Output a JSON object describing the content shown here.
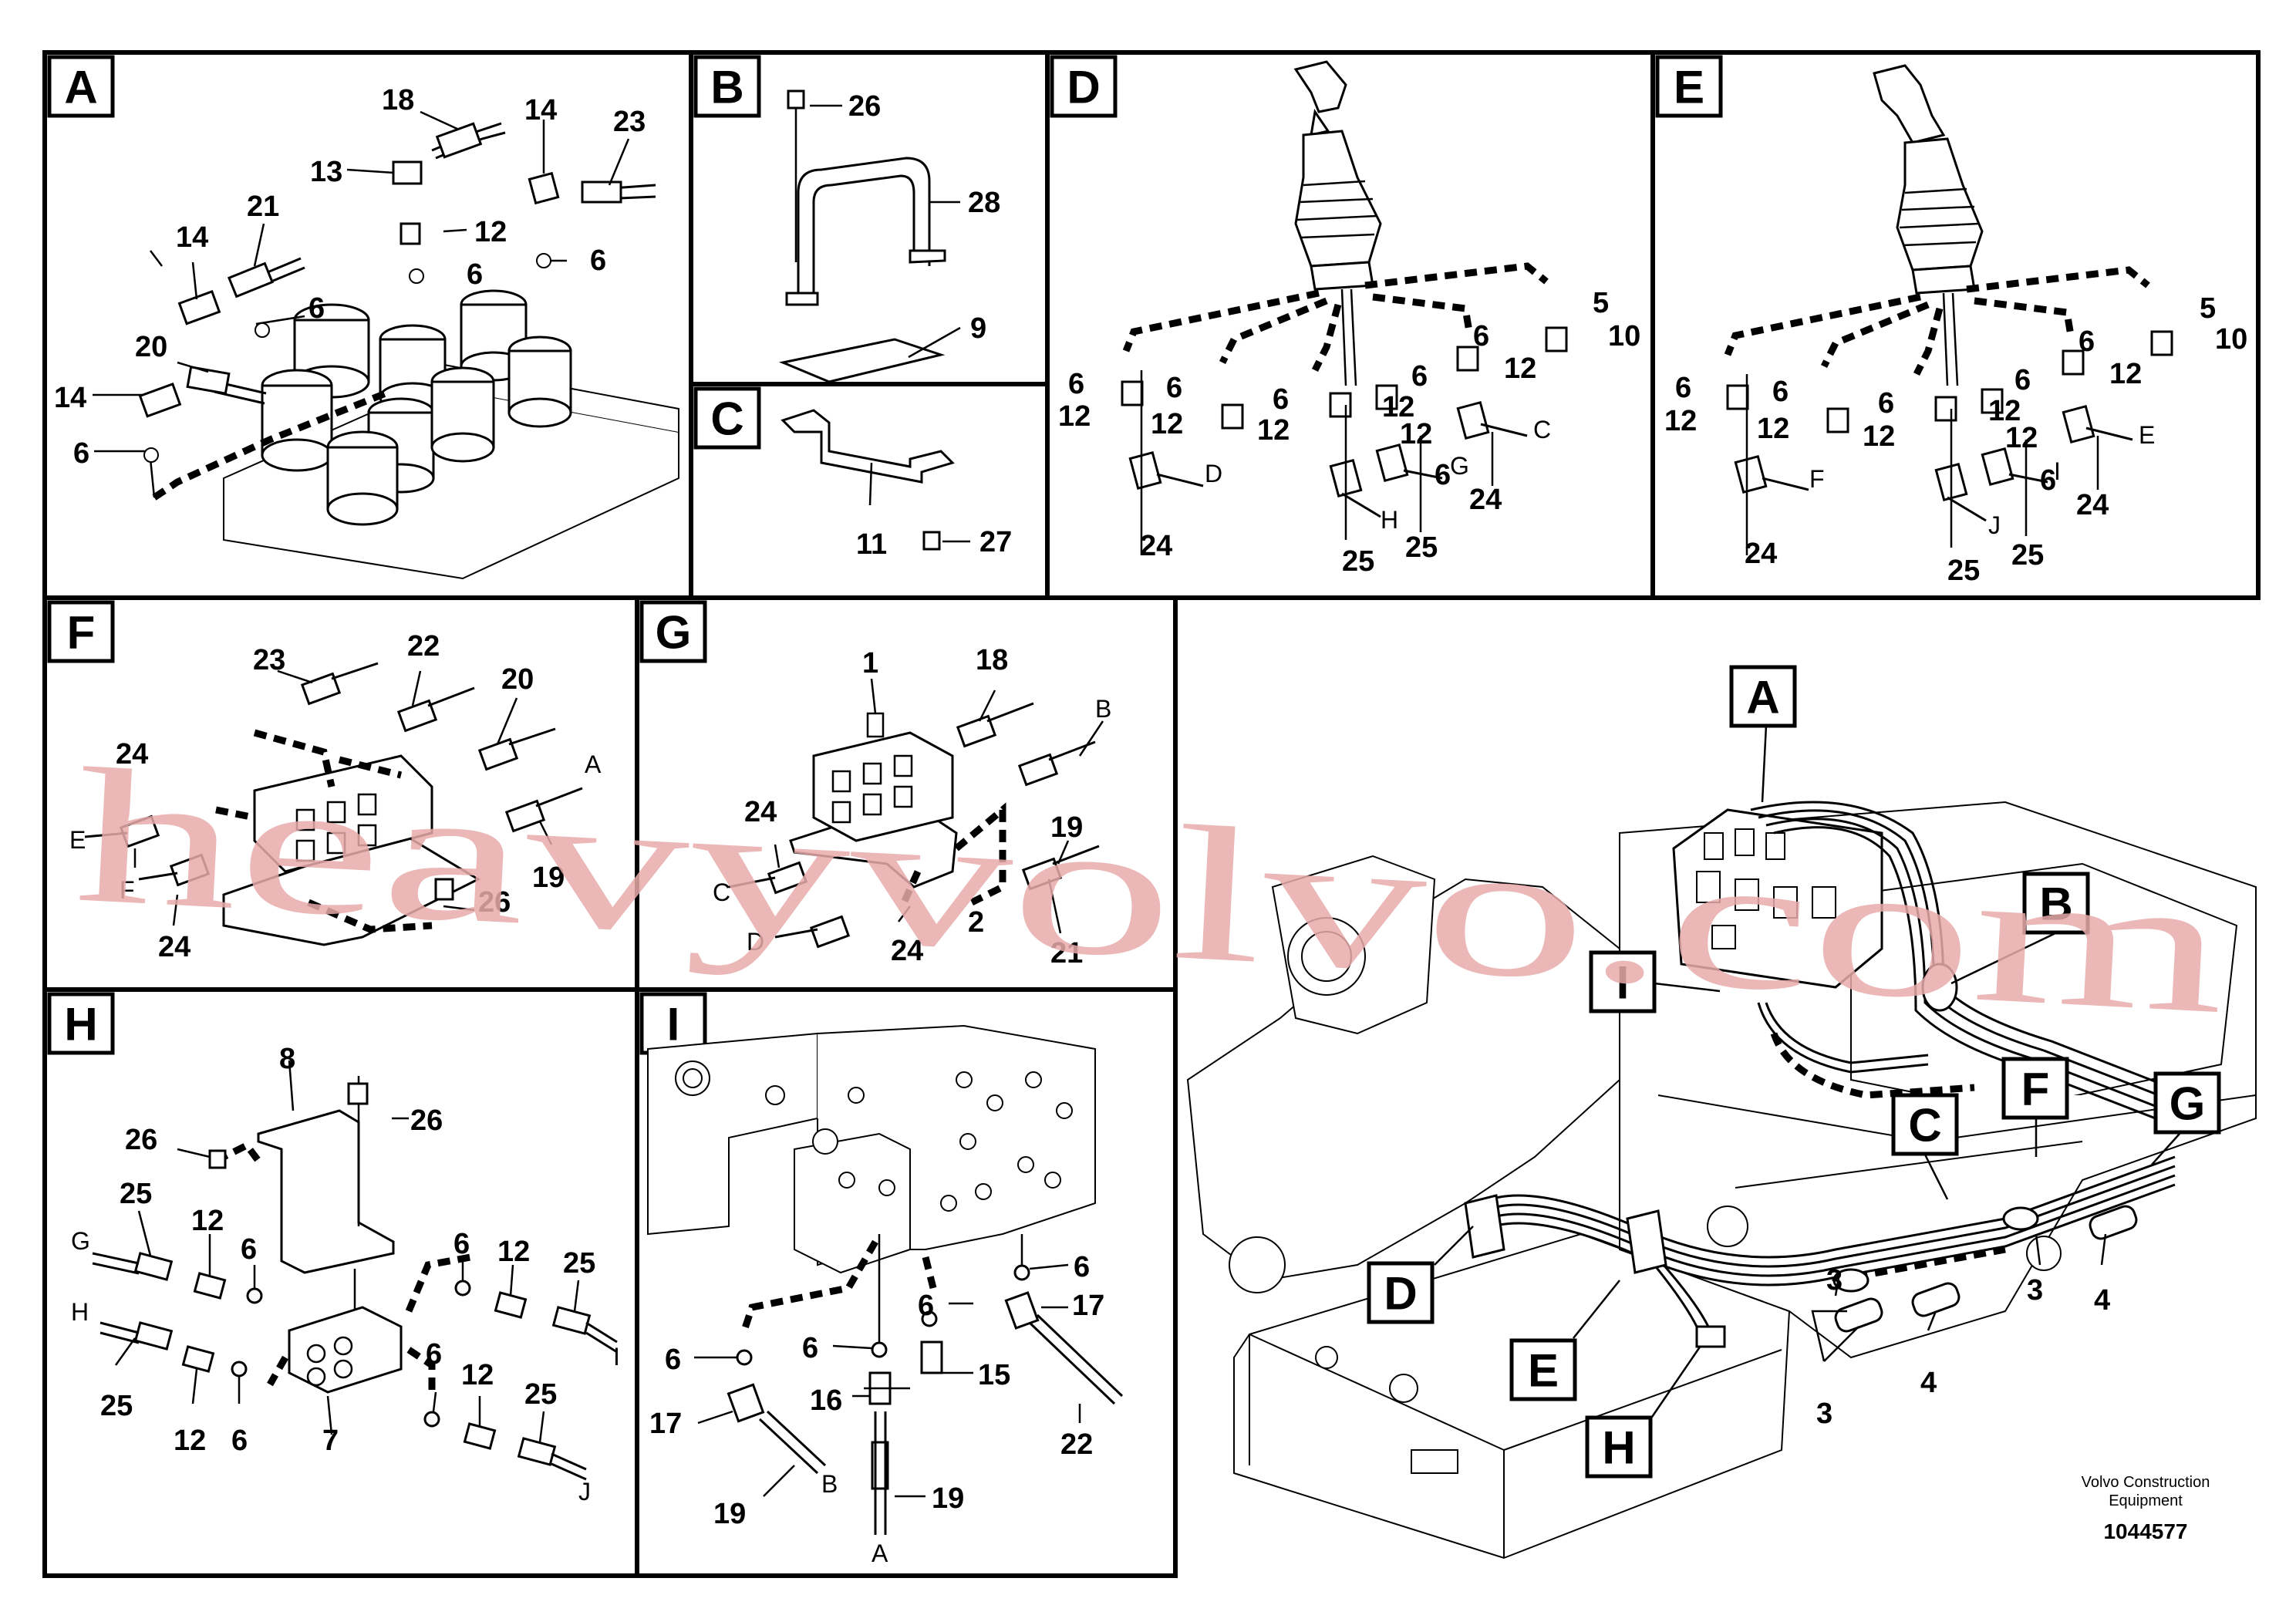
{
  "panels": {
    "A": {
      "badge": "A",
      "callouts": [
        "18",
        "14",
        "23",
        "13",
        "12",
        "21",
        "14",
        "6",
        "6",
        "6",
        "20",
        "14",
        "6"
      ]
    },
    "B": {
      "badge": "B",
      "callouts": [
        "26",
        "28",
        "9"
      ]
    },
    "C": {
      "badge": "C",
      "callouts": [
        "11",
        "27"
      ]
    },
    "D": {
      "badge": "D",
      "callouts": [
        "6",
        "12",
        "6",
        "12",
        "6",
        "12",
        "6",
        "12",
        "6",
        "12",
        "5",
        "10",
        "6",
        "12",
        "24",
        "24",
        "25",
        "25",
        "C",
        "D",
        "G",
        "H"
      ]
    },
    "E": {
      "badge": "E",
      "callouts": [
        "6",
        "12",
        "6",
        "12",
        "6",
        "12",
        "6",
        "12",
        "6",
        "12",
        "5",
        "10",
        "6",
        "12",
        "24",
        "24",
        "25",
        "25",
        "E",
        "F",
        "I",
        "J"
      ]
    },
    "F": {
      "badge": "F",
      "callouts": [
        "23",
        "22",
        "20",
        "24",
        "E",
        "A",
        "F",
        "19",
        "26",
        "24"
      ]
    },
    "G": {
      "badge": "G",
      "callouts": [
        "1",
        "18",
        "B",
        "24",
        "19",
        "C",
        "2",
        "D",
        "24",
        "21"
      ]
    },
    "H": {
      "badge": "H",
      "callouts": [
        "8",
        "26",
        "26",
        "25",
        "12",
        "6",
        "6",
        "12",
        "25",
        "G",
        "H",
        "25",
        "12",
        "6",
        "7",
        "6",
        "12",
        "25",
        "I",
        "J"
      ]
    },
    "I": {
      "badge": "I",
      "callouts": [
        "6",
        "6",
        "17",
        "6",
        "15",
        "6",
        "17",
        "16",
        "22",
        "19",
        "19",
        "B",
        "A"
      ]
    }
  },
  "overview": {
    "callouts": [
      "A",
      "B",
      "I",
      "C",
      "F",
      "G",
      "D",
      "E",
      "H"
    ],
    "numbers": [
      "3",
      "3",
      "4",
      "3",
      "4",
      "3"
    ]
  },
  "footer": {
    "company_line1": "Volvo Construction",
    "company_line2": "Equipment",
    "document_number": "1044577"
  },
  "watermark": "heavyvolvo.com"
}
